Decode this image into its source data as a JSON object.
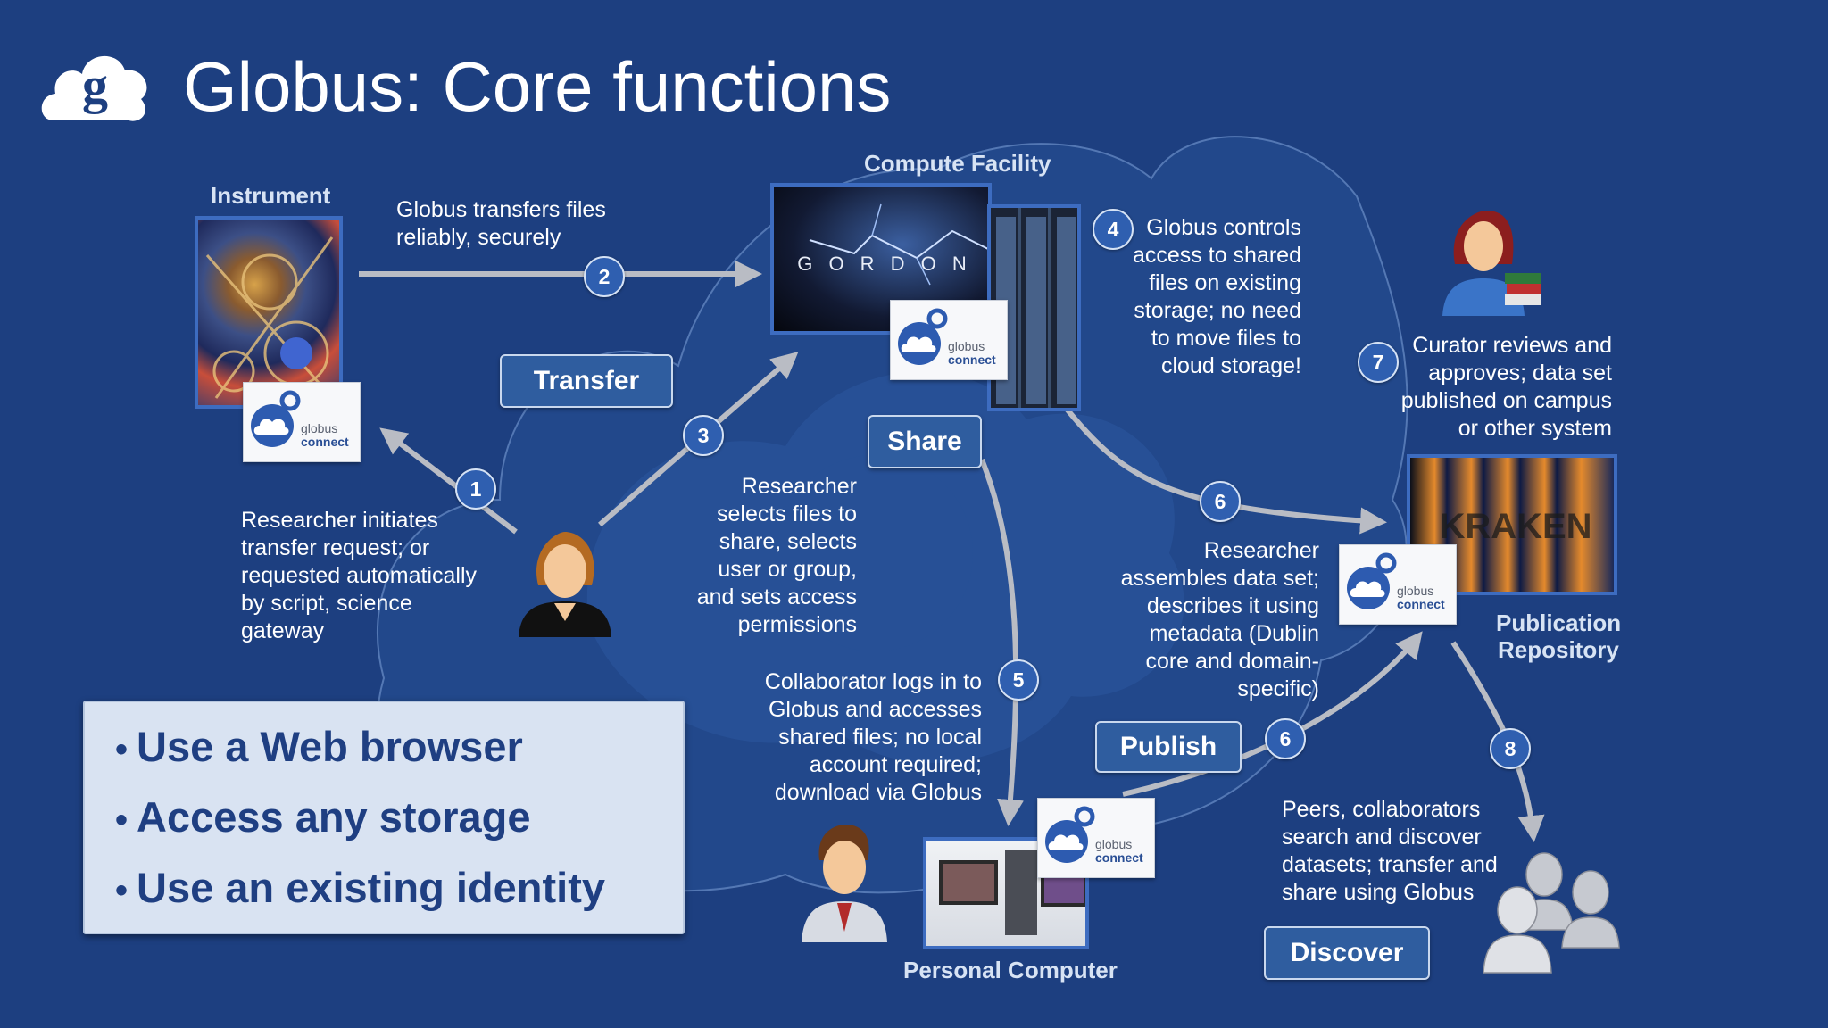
{
  "title": "Globus: Core functions",
  "labels": {
    "instrument": "Instrument",
    "compute_facility": "Compute Facility",
    "publication_repository_1": "Publication",
    "publication_repository_2": "Repository",
    "personal_computer": "Personal Computer",
    "gordon": "G O R D O N",
    "kraken": "KRAKEN"
  },
  "globus_connect": {
    "line1": "globus",
    "line2": "connect"
  },
  "buttons": {
    "transfer": "Transfer",
    "share": "Share",
    "publish": "Publish",
    "discover": "Discover"
  },
  "steps": [
    "1",
    "2",
    "3",
    "4",
    "5",
    "6",
    "6",
    "7",
    "8"
  ],
  "text": {
    "transfer_reliably_1": "Globus transfers files",
    "transfer_reliably_2": "reliably, securely",
    "initiates": [
      "Researcher initiates",
      "transfer request; or",
      "requested automatically",
      "by script, science",
      "gateway"
    ],
    "selects": [
      "Researcher",
      "selects files to",
      "share, selects",
      "user or group,",
      "and sets access",
      "permissions"
    ],
    "controls": [
      "Globus controls",
      "access to shared",
      "files on existing",
      "storage; no need",
      "to move files to",
      "cloud storage!"
    ],
    "curator": [
      "Curator reviews and",
      "approves; data set",
      "published on campus",
      "or other system"
    ],
    "assembles": [
      "Researcher",
      "assembles data set;",
      "describes it using",
      "metadata (Dublin",
      "core and domain-",
      "specific)"
    ],
    "collaborator": [
      "Collaborator logs in to",
      "Globus and accesses",
      "shared files; no local",
      "account required;",
      "download via Globus"
    ],
    "peers": [
      "Peers, collaborators",
      "search and discover",
      "datasets; transfer and",
      "share using Globus"
    ]
  },
  "callout": [
    "Use a Web browser",
    "Access any storage",
    "Use an existing identity"
  ],
  "colors": {
    "background": "#1d3f80",
    "badge": "#2f5fb0",
    "arrow": "#b9bcc4",
    "callout_bg": "#d9e3f2",
    "callout_text": "#1f3f82"
  }
}
